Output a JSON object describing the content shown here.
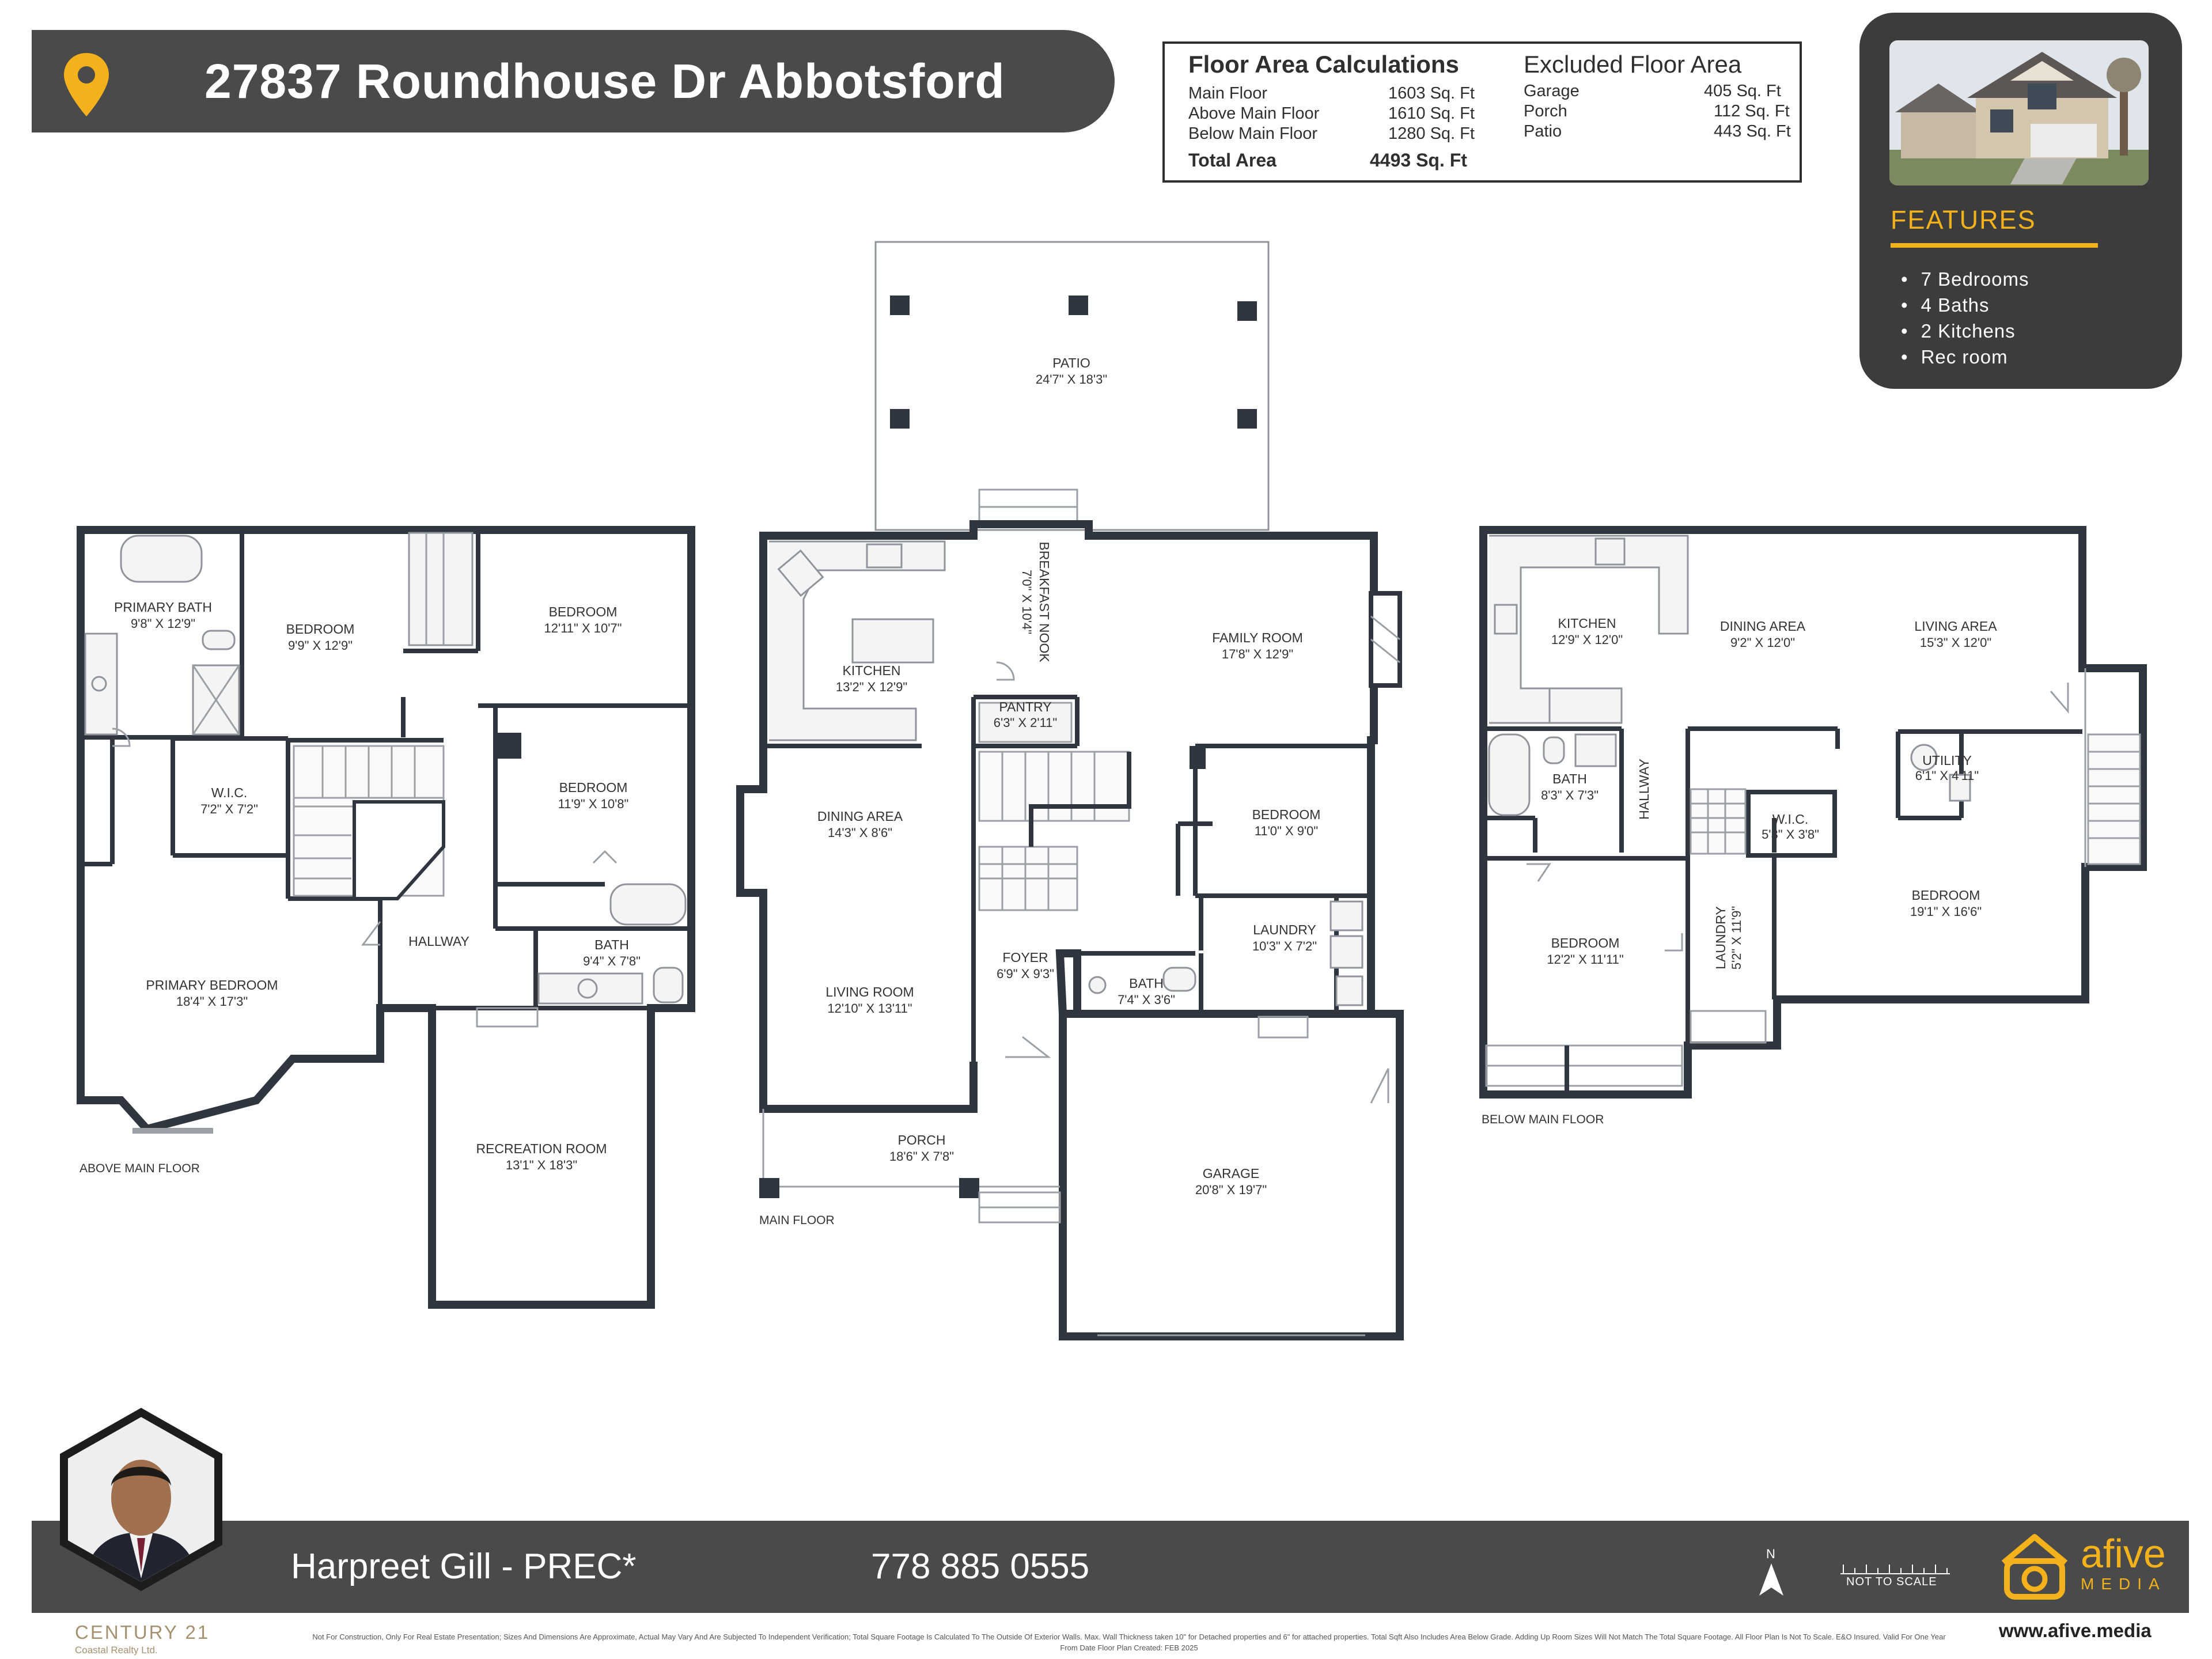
{
  "header": {
    "address": "27837 Roundhouse Dr Abbotsford",
    "pin_icon": "location-pin-icon",
    "accent_color": "#f3b21b"
  },
  "area_calculations": {
    "title": "Floor Area Calculations",
    "rows": [
      {
        "label": "Main Floor",
        "value": "1603 Sq. Ft"
      },
      {
        "label": "Above Main Floor",
        "value": "1610 Sq. Ft"
      },
      {
        "label": "Below Main Floor",
        "value": "1280 Sq. Ft"
      }
    ],
    "total_label": "Total Area",
    "total_value": "4493 Sq. Ft"
  },
  "excluded_area": {
    "title": "Excluded Floor Area",
    "rows": [
      {
        "label": "Garage",
        "value": "405 Sq. Ft"
      },
      {
        "label": "Porch",
        "value": "112 Sq. Ft"
      },
      {
        "label": "Patio",
        "value": "443 Sq. Ft"
      }
    ]
  },
  "features": {
    "title": "FEATURES",
    "items": [
      "7 Bedrooms",
      "4 Baths",
      "2 Kitchens",
      "Rec room"
    ]
  },
  "floors": {
    "above": {
      "label": "ABOVE MAIN FLOOR",
      "rooms": [
        {
          "name": "PRIMARY BATH",
          "dim": "9'8\" X 12'9\""
        },
        {
          "name": "BEDROOM",
          "dim": "9'9\" X 12'9\""
        },
        {
          "name": "BEDROOM",
          "dim": "12'11\" X 10'7\""
        },
        {
          "name": "W.I.C.",
          "dim": "7'2\" X 7'2\""
        },
        {
          "name": "BEDROOM",
          "dim": "11'9\" X 10'8\""
        },
        {
          "name": "HALLWAY",
          "dim": ""
        },
        {
          "name": "BATH",
          "dim": "9'4\" X 7'8\""
        },
        {
          "name": "PRIMARY BEDROOM",
          "dim": "18'4\" X 17'3\""
        },
        {
          "name": "RECREATION ROOM",
          "dim": "13'1\" X 18'3\""
        }
      ]
    },
    "main": {
      "label": "MAIN FLOOR",
      "rooms": [
        {
          "name": "PATIO",
          "dim": "24'7\" X 18'3\""
        },
        {
          "name": "BREAKFAST NOOK",
          "dim": "7'0\" X 10'4\""
        },
        {
          "name": "KITCHEN",
          "dim": "13'2\" X 12'9\""
        },
        {
          "name": "FAMILY ROOM",
          "dim": "17'8\" X 12'9\""
        },
        {
          "name": "PANTRY",
          "dim": "6'3\" X 2'11\""
        },
        {
          "name": "DINING AREA",
          "dim": "14'3\" X 8'6\""
        },
        {
          "name": "BEDROOM",
          "dim": "11'0\" X 9'0\""
        },
        {
          "name": "LAUNDRY",
          "dim": "10'3\" X 7'2\""
        },
        {
          "name": "FOYER",
          "dim": "6'9\" X 9'3\""
        },
        {
          "name": "LIVING ROOM",
          "dim": "12'10\" X 13'11\""
        },
        {
          "name": "BATH",
          "dim": "7'4\" X 3'6\""
        },
        {
          "name": "PORCH",
          "dim": "18'6\" X 7'8\""
        },
        {
          "name": "GARAGE",
          "dim": "20'8\" X 19'7\""
        }
      ]
    },
    "below": {
      "label": "BELOW MAIN FLOOR",
      "rooms": [
        {
          "name": "KITCHEN",
          "dim": "12'9\" X 12'0\""
        },
        {
          "name": "DINING AREA",
          "dim": "9'2\" X 12'0\""
        },
        {
          "name": "LIVING AREA",
          "dim": "15'3\" X 12'0\""
        },
        {
          "name": "BATH",
          "dim": "8'3\" X 7'3\""
        },
        {
          "name": "HALLWAY",
          "dim": ""
        },
        {
          "name": "UTILITY",
          "dim": "6'1\" X 4'11\""
        },
        {
          "name": "W.I.C.",
          "dim": "5'3\" X 3'8\""
        },
        {
          "name": "BEDROOM",
          "dim": "19'1\" X 16'6\""
        },
        {
          "name": "BEDROOM",
          "dim": "12'2\" X 11'11\""
        },
        {
          "name": "LAUNDRY",
          "dim": "5'2\" X 11'9\""
        }
      ]
    }
  },
  "footer": {
    "agent_name": "Harpreet Gill - PREC*",
    "agent_phone": "778 885 0555",
    "brokerage": "CENTURY 21",
    "brokerage_sub": "Coastal Realty Ltd.",
    "north_label": "N",
    "scale_label": "NOT TO SCALE",
    "brand_name": "afive",
    "brand_sub": "MEDIA",
    "website": "www.afive.media",
    "disclaimer": "Not For Construction, Only For Real Estate Presentation; Sizes And Dimensions Are Approximate, Actual May Vary And Are Subjected To Independent Verification; Total Square Footage Is Calculated To The Outside Of Exterior Walls. Max. Wall Thickness taken 10\" for Detached properties and 6\" for attached properties. Total Sqft Also Includes Area Below Grade. Adding Up Room Sizes Will Not Match The Total Square Footage. All Floor Plan Is Not To Scale. E&O Insured. Valid For One Year From Date Floor Plan Created: FEB 2025"
  }
}
